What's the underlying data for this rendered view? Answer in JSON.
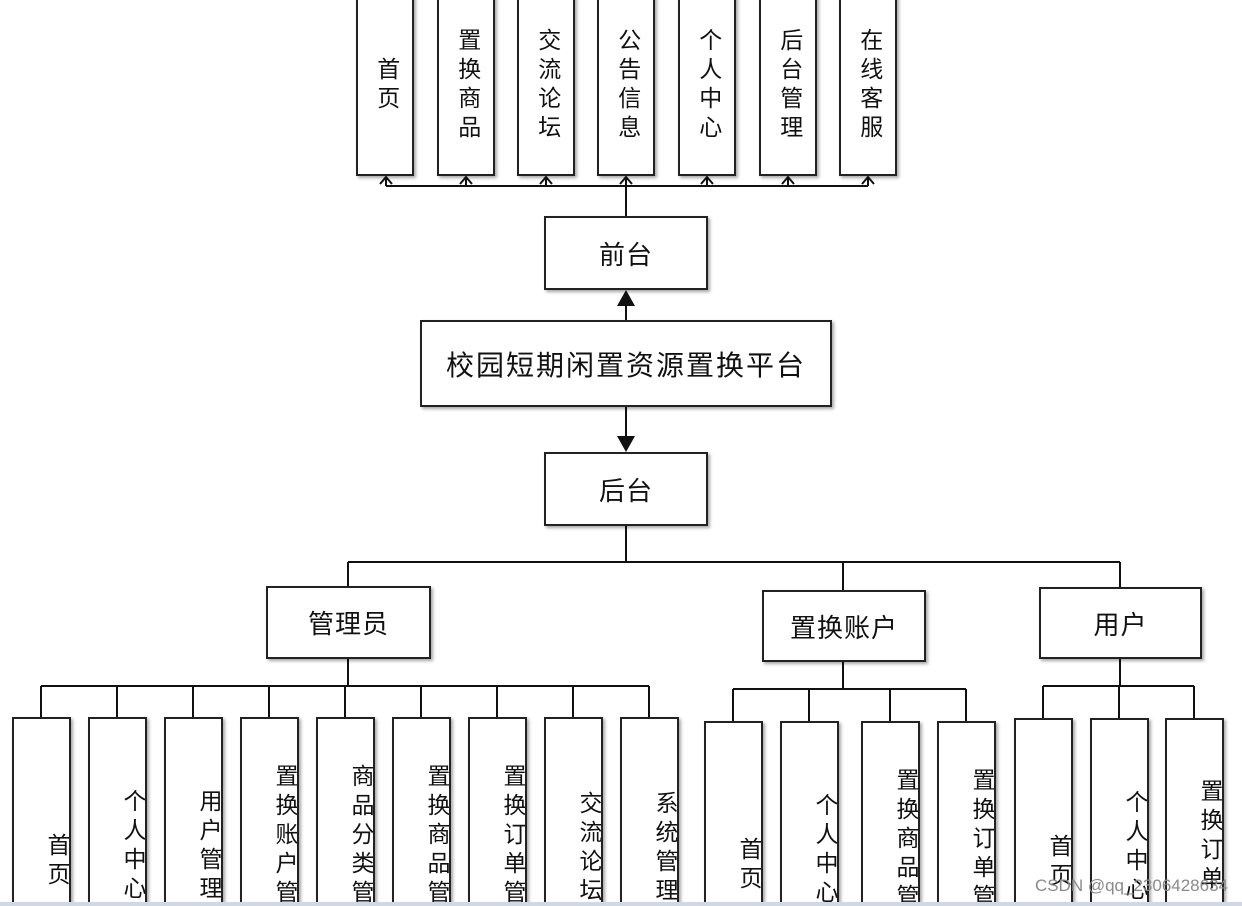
{
  "diagram": {
    "root": "校园短期闲置资源置换平台",
    "front": {
      "label": "前台",
      "items": [
        "首页",
        "置换商品",
        "交流论坛",
        "公告信息",
        "个人中心",
        "后台管理",
        "在线客服"
      ]
    },
    "back": {
      "label": "后台",
      "roles": [
        {
          "label": "管理员",
          "items": [
            "首页",
            "个人中心",
            "用户管理",
            "置换账户管",
            "商品分类管",
            "置换商品管",
            "置换订单管",
            "交流论坛",
            "系统管理"
          ]
        },
        {
          "label": "置换账户",
          "items": [
            "首页",
            "个人中心",
            "置换商品管",
            "置换订单管"
          ]
        },
        {
          "label": "用户",
          "items": [
            "首页",
            "个人中心",
            "置换订单"
          ]
        }
      ]
    }
  },
  "watermark": "CSDN @qq_2306428634"
}
